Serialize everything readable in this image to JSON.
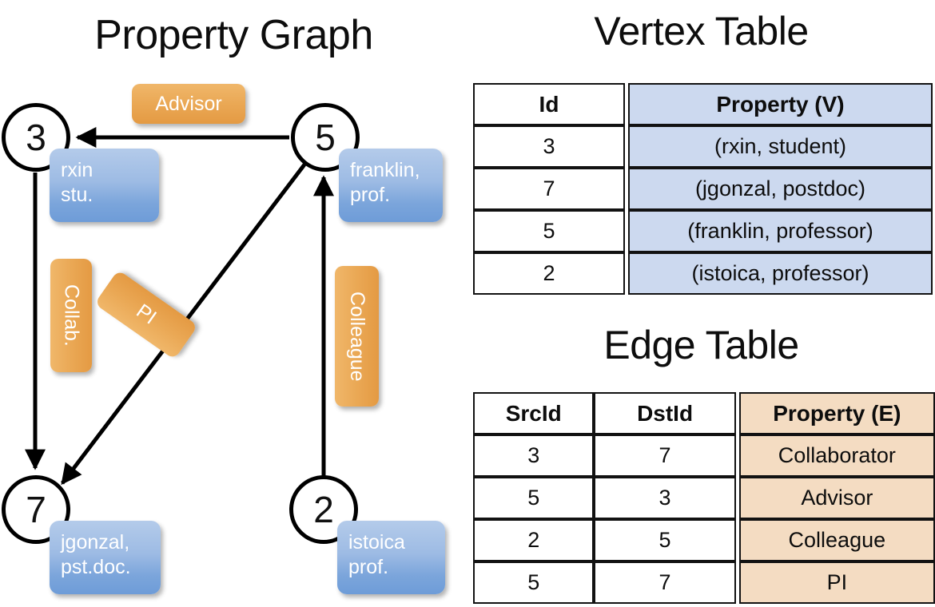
{
  "graph": {
    "title": "Property Graph",
    "nodes": [
      {
        "id": "3",
        "prop_line1": "rxin",
        "prop_line2": "stu."
      },
      {
        "id": "5",
        "prop_line1": "franklin,",
        "prop_line2": "prof."
      },
      {
        "id": "7",
        "prop_line1": "jgonzal,",
        "prop_line2": "pst.doc."
      },
      {
        "id": "2",
        "prop_line1": "istoica",
        "prop_line2": "prof."
      }
    ],
    "edge_labels": [
      {
        "text": "Advisor"
      },
      {
        "text": "Collab."
      },
      {
        "text": "PI"
      },
      {
        "text": "Colleague"
      }
    ],
    "colors": {
      "node_border": "#000000",
      "vertex_box": "#7ba5db",
      "edge_box": "#eaa855"
    }
  },
  "vertex_table": {
    "title": "Vertex Table",
    "headers": [
      "Id",
      "Property (V)"
    ],
    "rows": [
      {
        "id": "3",
        "property": "(rxin, student)"
      },
      {
        "id": "7",
        "property": "(jgonzal, postdoc)"
      },
      {
        "id": "5",
        "property": "(franklin, professor)"
      },
      {
        "id": "2",
        "property": "(istoica, professor)"
      }
    ],
    "header_fill": "#ccd9ef",
    "cell_fill": "#ccd9ef"
  },
  "edge_table": {
    "title": "Edge Table",
    "headers": [
      "SrcId",
      "DstId",
      "Property (E)"
    ],
    "rows": [
      {
        "src": "3",
        "dst": "7",
        "property": "Collaborator"
      },
      {
        "src": "5",
        "dst": "3",
        "property": "Advisor"
      },
      {
        "src": "2",
        "dst": "5",
        "property": "Colleague"
      },
      {
        "src": "5",
        "dst": "7",
        "property": "PI"
      }
    ],
    "header_fill": "#f4dcc2",
    "cell_fill": "#f4dcc2"
  }
}
